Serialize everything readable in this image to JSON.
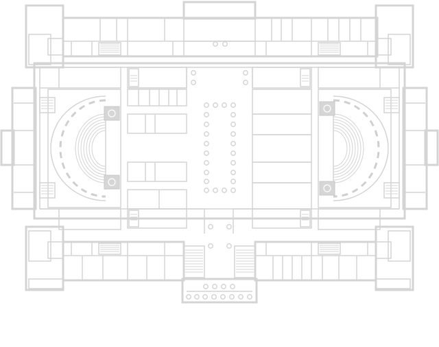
{
  "drawing": {
    "kind": "architectural-floor-plan",
    "symmetry": "bilateral",
    "line_color": "#d4d4d4",
    "shaft_color": "#d6d6d6",
    "background": "#ffffff",
    "halls": [
      "west-amphitheatre",
      "east-amphitheatre"
    ],
    "stairs": [
      "north-west",
      "north-east",
      "south-west",
      "south-east",
      "entrance-west",
      "entrance-east"
    ],
    "colonnades": [
      "central-hall",
      "entrance-portico"
    ],
    "text": []
  }
}
